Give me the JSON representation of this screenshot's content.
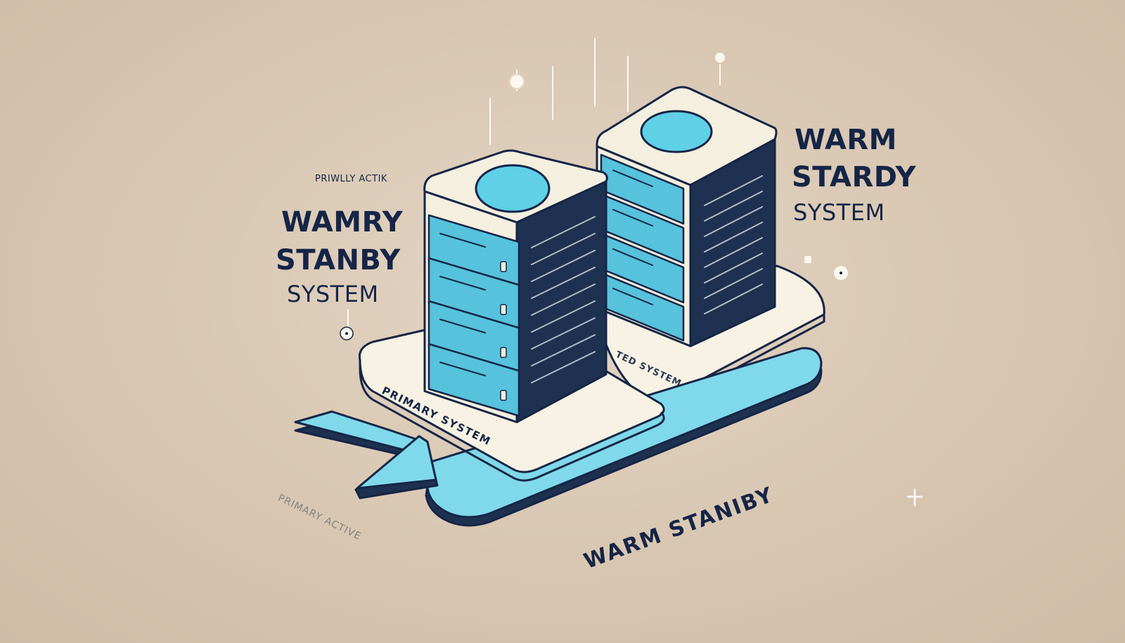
{
  "labels": {
    "left_caption": "PRIWLLY ACTIK",
    "left_title_1": "WAMRY",
    "left_title_2": "STANBY",
    "left_title_3": "SYSTEM",
    "right_title_1": "WARM",
    "right_title_2": "STARDY",
    "right_title_3": "SYSTEM",
    "primary_platform": "PRIMARY SYSTEM",
    "standby_platform": "TED SYSTEM",
    "arrow_label": "WARM STANIBY",
    "faded_label": "PRIMARY ACTIVE"
  },
  "colors": {
    "background": "#dccbb7",
    "outline": "#152547",
    "server_top": "#f4efde",
    "server_side": "#1f3150",
    "disk_cyan": "#5fd0e6",
    "drive_face": "#56c2dc",
    "platform": "#f7f2e3",
    "arrow": "#7fd9ea"
  },
  "icons": {
    "primary_server": "server-rack-icon",
    "standby_server": "server-rack-icon",
    "failover_arrow": "curved-arrow-icon"
  }
}
